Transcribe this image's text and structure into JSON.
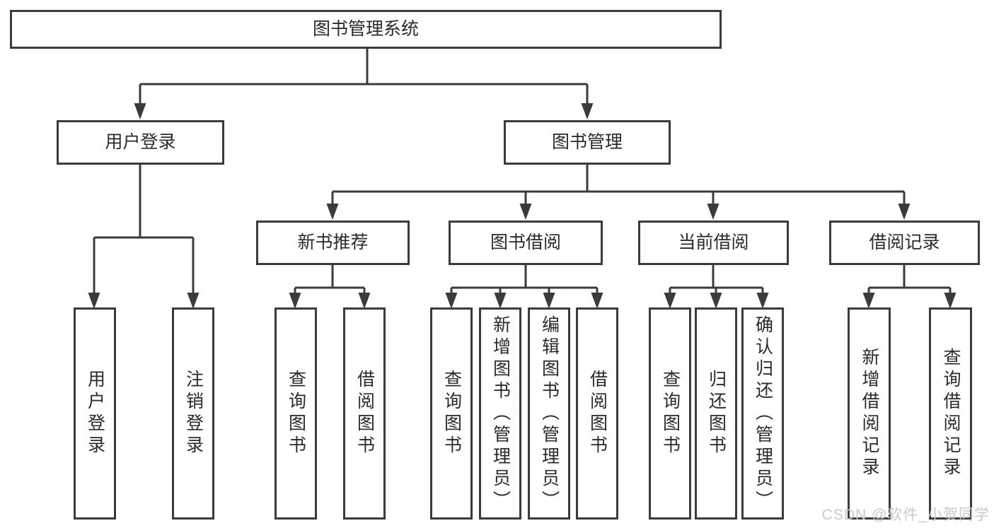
{
  "diagram_title": "图书管理系统",
  "colors": {
    "background": "#ffffff",
    "line": "#3b3b3b",
    "box_border": "#3b3b3b",
    "text": "#2a2a2a",
    "watermark": "#c9c9c9"
  },
  "tree": {
    "root": {
      "label": "图书管理系统"
    },
    "groups": [
      {
        "label": "用户登录",
        "leaves": [
          {
            "label": "用户登录"
          },
          {
            "label": "注销登录"
          }
        ]
      },
      {
        "label": "图书管理",
        "sections": [
          {
            "label": "新书推荐",
            "leaves": [
              {
                "label": "查询图书"
              },
              {
                "label": "借阅图书"
              }
            ]
          },
          {
            "label": "图书借阅",
            "leaves": [
              {
                "label": "查询图书"
              },
              {
                "label": "新增图书（管理员）"
              },
              {
                "label": "编辑图书（管理员）"
              },
              {
                "label": "借阅图书"
              }
            ]
          },
          {
            "label": "当前借阅",
            "leaves": [
              {
                "label": "查询图书"
              },
              {
                "label": "归还图书"
              },
              {
                "label": "确认归还（管理员）"
              }
            ]
          },
          {
            "label": "借阅记录",
            "leaves": [
              {
                "label": "新增借阅记录"
              },
              {
                "label": "查询借阅记录"
              }
            ]
          }
        ]
      }
    ]
  },
  "watermark": {
    "text": "CSDN @软件_小贺同学"
  }
}
